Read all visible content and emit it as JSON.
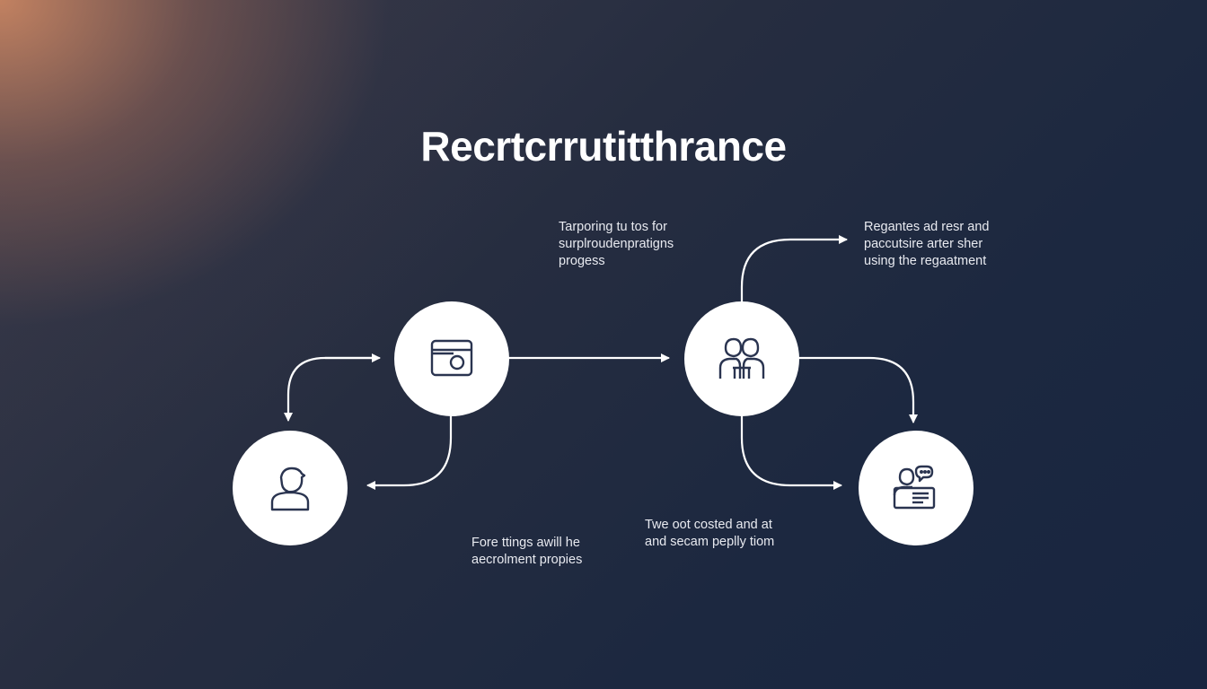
{
  "title": "Recrtcrrutitthrance",
  "annotations": {
    "top_middle": "Tarporing tu tos for\nsurplroudenpratigns\nprogess",
    "top_right": "Regantes ad resr and\npaccutsire arter sher\nusing the regaatment",
    "bottom_left": "Fore ttings awill he\naecrolment propies",
    "bottom_middle": "Twe oot costed and at\nand secam peplly tiom"
  },
  "nodes": [
    {
      "id": "profile",
      "icon": "person-icon"
    },
    {
      "id": "screen",
      "icon": "camera-window-icon"
    },
    {
      "id": "team",
      "icon": "two-people-icon"
    },
    {
      "id": "chat",
      "icon": "people-chat-icon"
    }
  ],
  "colors": {
    "background_dark": "#1c2840",
    "background_glow": "#c98562",
    "node_fill": "#ffffff",
    "icon_stroke": "#2a3450",
    "connector": "#ffffff"
  }
}
